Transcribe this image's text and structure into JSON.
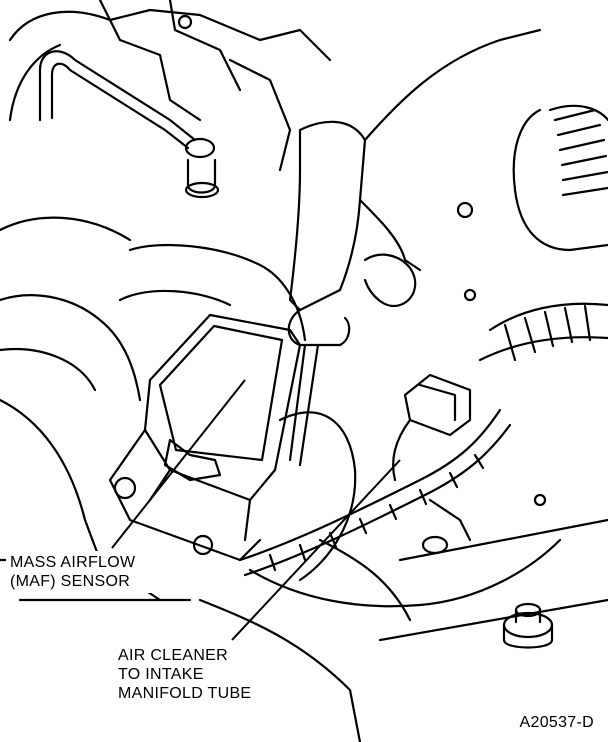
{
  "labels": {
    "maf_sensor": [
      "MASS AIRFLOW",
      "(MAF) SENSOR"
    ],
    "intake_tube": [
      "AIR CLEANER",
      "TO INTAKE",
      "MANIFOLD TUBE"
    ]
  },
  "figure_id": "A20537-D",
  "colors": {
    "ink": "#000000",
    "paper": "#ffffff"
  }
}
